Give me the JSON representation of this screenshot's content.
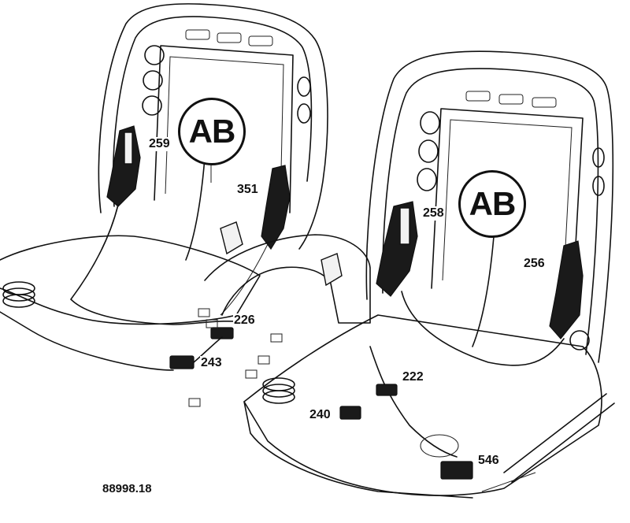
{
  "figure_id": "88998.18",
  "badges": {
    "left": "AB",
    "right": "AB"
  },
  "callouts": {
    "c259": "259",
    "c351": "351",
    "c226": "226",
    "c243": "243",
    "c258": "258",
    "c256": "256",
    "c222": "222",
    "c240": "240",
    "c546": "546"
  },
  "colors": {
    "ink": "#111111",
    "paper": "#ffffff"
  }
}
